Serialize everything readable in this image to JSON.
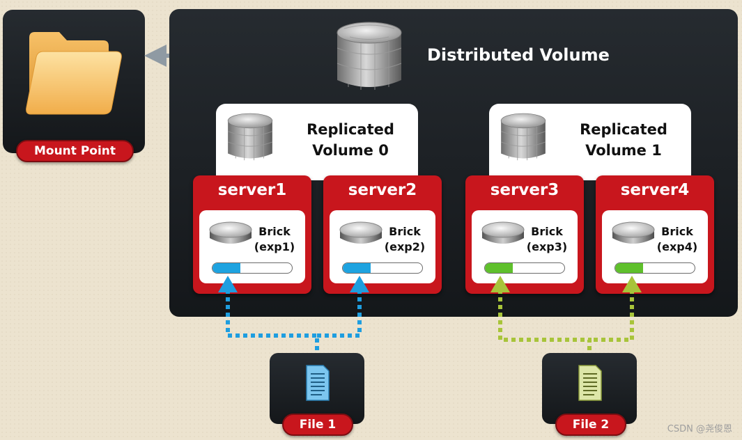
{
  "mount_point": {
    "label": "Mount Point"
  },
  "distributed_volume": {
    "title": "Distributed Volume"
  },
  "replicated_volumes": [
    {
      "title_line1": "Replicated",
      "title_line2": "Volume 0"
    },
    {
      "title_line1": "Replicated",
      "title_line2": "Volume 1"
    }
  ],
  "servers": [
    {
      "name": "server1",
      "brick": "Brick",
      "export": "(exp1)",
      "fill": 0.35,
      "color": "#1ea3e0"
    },
    {
      "name": "server2",
      "brick": "Brick",
      "export": "(exp2)",
      "fill": 0.35,
      "color": "#1ea3e0"
    },
    {
      "name": "server3",
      "brick": "Brick",
      "export": "(exp3)",
      "fill": 0.35,
      "color": "#5fc02c"
    },
    {
      "name": "server4",
      "brick": "Brick",
      "export": "(exp4)",
      "fill": 0.35,
      "color": "#5fc02c"
    }
  ],
  "files": [
    {
      "label": "File 1",
      "color": "#1e9ee0",
      "icon": "document-icon"
    },
    {
      "label": "File 2",
      "color": "#a8c43a",
      "icon": "document-icon"
    }
  ],
  "watermark": "CSDN @尧俊恩"
}
